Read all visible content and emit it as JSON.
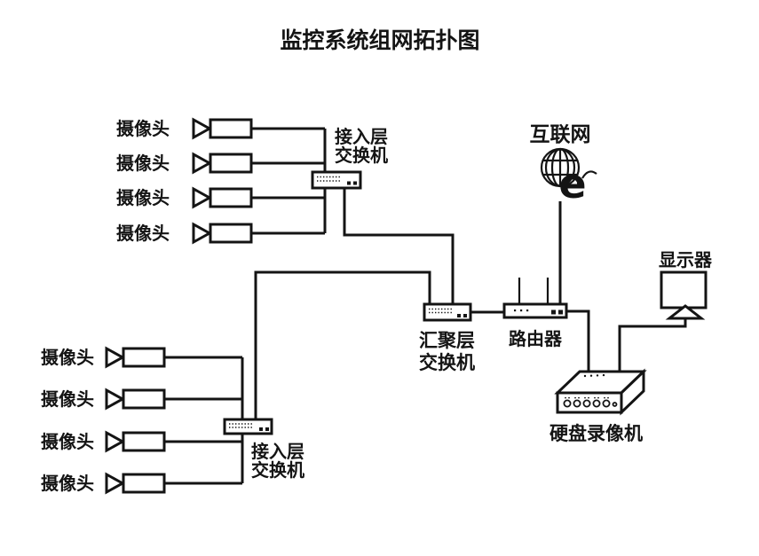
{
  "title": "监控系统组网拓扑图",
  "colors": {
    "ink": "#141414",
    "background": "#ffffff"
  },
  "top_camera_group": {
    "cameras": [
      "摄像头",
      "摄像头",
      "摄像头",
      "摄像头"
    ]
  },
  "bottom_camera_group": {
    "cameras": [
      "摄像头",
      "摄像头",
      "摄像头",
      "摄像头"
    ]
  },
  "access_switch_top": {
    "label_line1": "接入层",
    "label_line2": "交换机"
  },
  "access_switch_bottom": {
    "label_line1": "接入层",
    "label_line2": "交换机"
  },
  "aggregation_switch": {
    "label_line1": "汇聚层",
    "label_line2": "交换机"
  },
  "router": {
    "label": "路由器"
  },
  "internet": {
    "label": "互联网",
    "browser_logo_letter": "e"
  },
  "monitor": {
    "label": "显示器"
  },
  "dvr": {
    "label": "硬盘录像机"
  }
}
